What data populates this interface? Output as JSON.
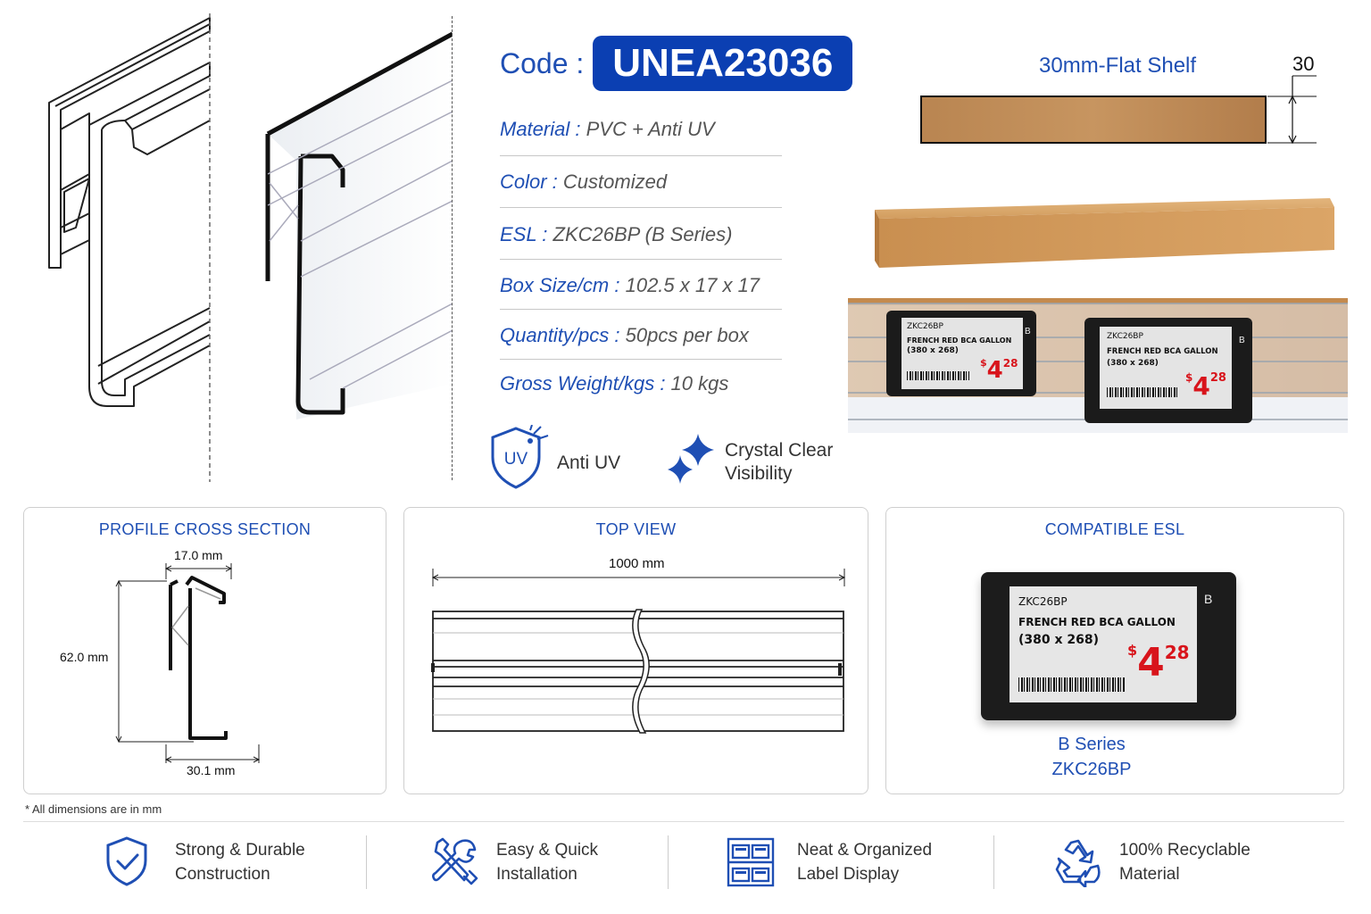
{
  "code": {
    "label": "Code :",
    "value": "UNEA23036"
  },
  "specs": [
    {
      "key": "Material :",
      "value": " PVC + Anti UV"
    },
    {
      "key": "Color :",
      "value": " Customized"
    },
    {
      "key": "ESL :",
      "value": " ZKC26BP (B Series)"
    },
    {
      "key": "Box Size/cm :",
      "value": " 102.5 x 17 x 17"
    },
    {
      "key": "Quantity/pcs :",
      "value": " 50pcs per box"
    },
    {
      "key": "Gross Weight/kgs :",
      "value": " 10 kgs"
    }
  ],
  "badges": {
    "anti_uv_icon_text": "UV",
    "anti_uv": "Anti UV",
    "crystal_line1": "Crystal Clear",
    "crystal_line2": "Visibility"
  },
  "shelf": {
    "title": "30mm-Flat Shelf",
    "dimension": "30"
  },
  "esl_labels": [
    {
      "model": "ZKC26BP",
      "series": "B",
      "product": "FRENCH RED BCA GALLON",
      "size": "(380 x 268)",
      "currency": "$",
      "price_main": "4",
      "price_cents": "28"
    },
    {
      "model": "ZKC26BP",
      "series": "B",
      "product": "FRENCH RED BCA GALLON",
      "size": "(380 x 268)",
      "currency": "$",
      "price_main": "4",
      "price_cents": "28"
    }
  ],
  "panels": {
    "profile": {
      "title": "PROFILE CROSS SECTION",
      "width_top": "17.0 mm",
      "height": "62.0 mm",
      "width_bottom": "30.1 mm"
    },
    "top_view": {
      "title": "TOP VIEW",
      "length": "1000 mm"
    },
    "compatible": {
      "title": "COMPATIBLE ESL",
      "esl": {
        "model": "ZKC26BP",
        "series": "B",
        "product": "FRENCH RED BCA GALLON",
        "size": "(380 x 268)",
        "currency": "$",
        "price_main": "4",
        "price_cents": "28"
      },
      "series_line": "B Series",
      "model_line": "ZKC26BP"
    }
  },
  "footnote": "* All dimensions are in mm",
  "features": [
    {
      "icon": "shield-check-icon",
      "line1": "Strong & Durable",
      "line2": "Construction"
    },
    {
      "icon": "tools-icon",
      "line1": "Easy & Quick",
      "line2": "Installation"
    },
    {
      "icon": "label-grid-icon",
      "line1": "Neat & Organized",
      "line2": "Label Display"
    },
    {
      "icon": "recycle-icon",
      "line1": "100% Recyclable",
      "line2": "Material"
    }
  ],
  "colors": {
    "brand_blue": "#1f4fb4",
    "badge_blue": "#0b3fb2",
    "price_red": "#d8141b",
    "wood": "#c9935a"
  }
}
